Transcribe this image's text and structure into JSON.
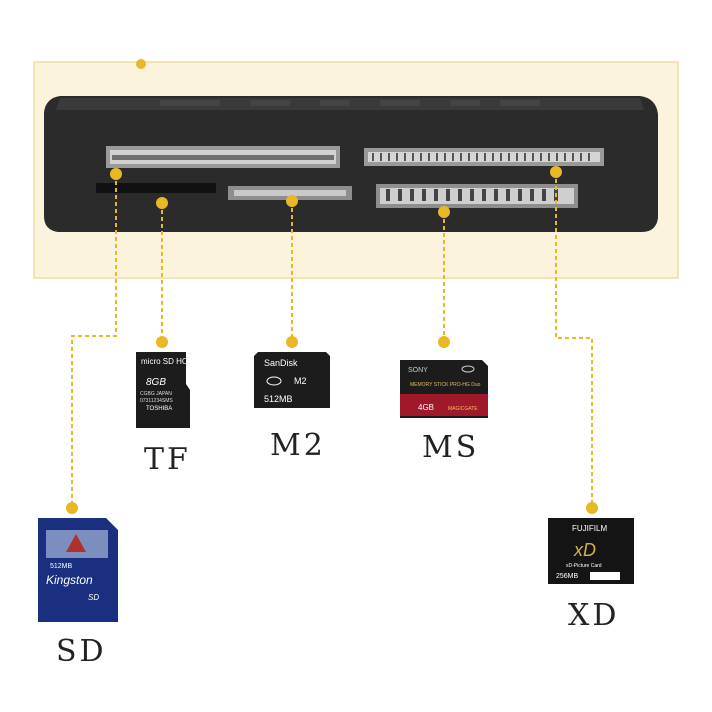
{
  "labels": {
    "tf": "TF",
    "m2": "M2",
    "ms": "MS",
    "sd": "SD",
    "xd": "XD"
  },
  "cards": {
    "tf": {
      "brand": "micro SD HC",
      "capacity": "8GB",
      "origin": "CGBG JAPAN",
      "serial": "07311234SMS",
      "maker": "TOSHIBA"
    },
    "m2": {
      "brand": "SanDisk",
      "type": "M2",
      "capacity": "512MB"
    },
    "ms": {
      "brand": "SONY",
      "line": "MEMORY STICK PRO-HG Duo",
      "capacity": "4GB",
      "badge": "MAGICGATE"
    },
    "sd": {
      "capacity": "512MB",
      "brand": "Kingston",
      "logo": "SD"
    },
    "xd": {
      "brand": "FUJIFILM",
      "logo": "xD",
      "subtitle": "xD-Picture Card",
      "capacity": "256MB"
    }
  },
  "colors": {
    "leader": "#e9b825",
    "panel": "#fbf3dc",
    "reader": "#2b2b2b"
  }
}
